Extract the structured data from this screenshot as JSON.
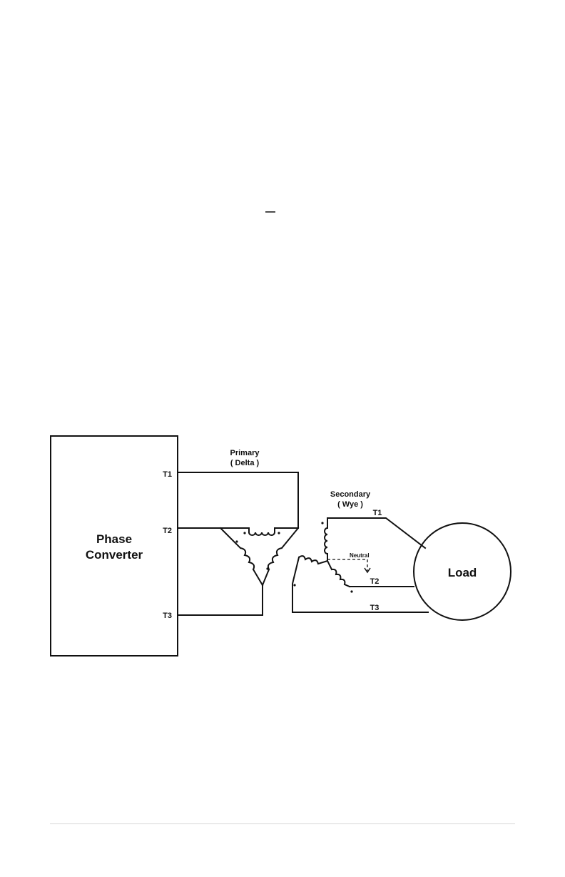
{
  "diagram": {
    "converter": {
      "line1": "Phase",
      "line2": "Converter"
    },
    "terminals": {
      "t1": "T1",
      "t2": "T2",
      "t3": "T3"
    },
    "primary": {
      "line1": "Primary",
      "line2": "( Delta )"
    },
    "secondary": {
      "line1": "Secondary",
      "line2": "( Wye )"
    },
    "neutral": "Neutral",
    "load": "Load",
    "output_terminals": {
      "t1": "T1",
      "t2": "T2",
      "t3": "T3"
    }
  }
}
